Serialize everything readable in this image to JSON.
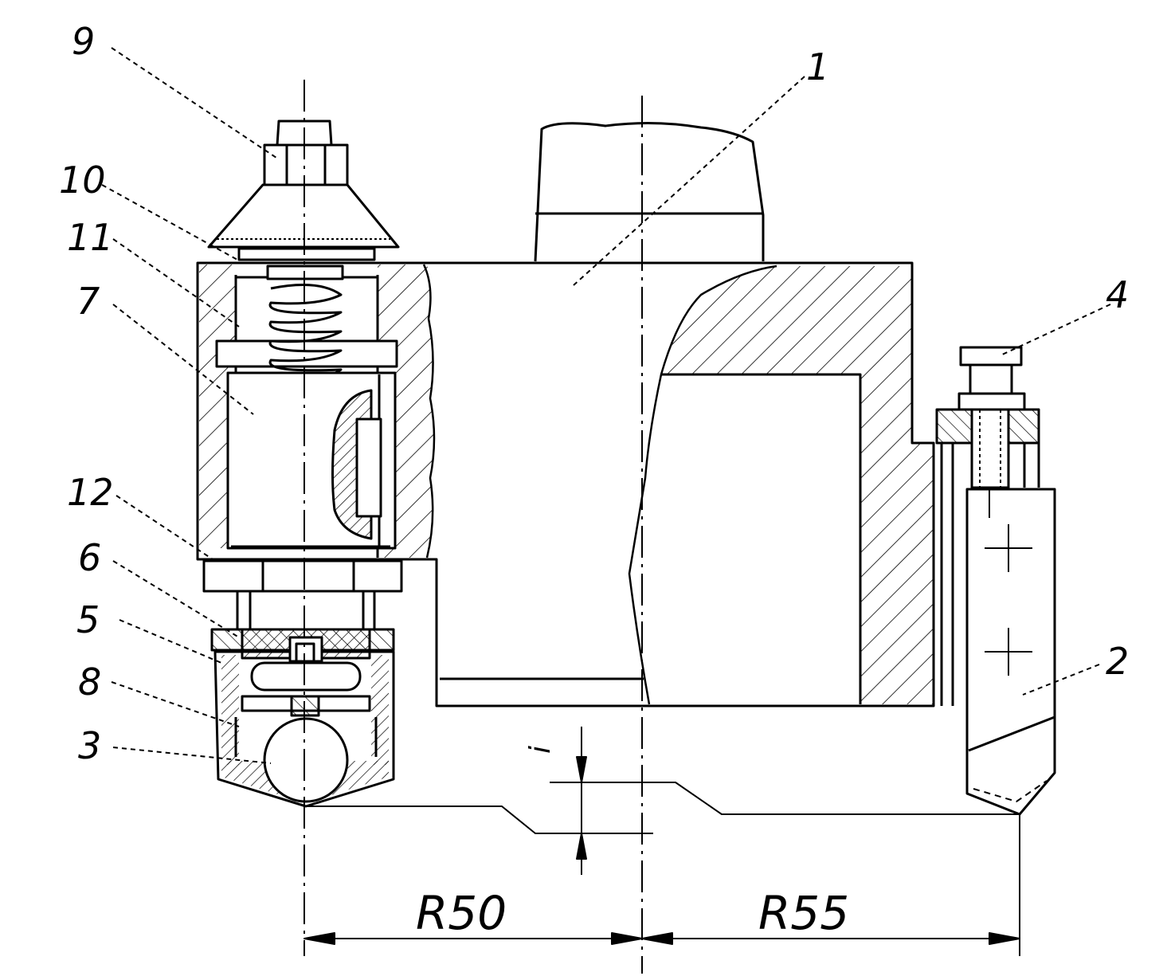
{
  "labels": {
    "p1": "1",
    "p2": "2",
    "p3": "3",
    "p4": "4",
    "p5": "5",
    "p6": "6",
    "p7": "7",
    "p8": "8",
    "p9": "9",
    "p10": "10",
    "p11": "11",
    "p12": "12"
  },
  "dimensions": {
    "left_radius": "R50",
    "right_radius": "R55",
    "depth": "i"
  },
  "colors": {
    "line": "#000000",
    "background": "#ffffff"
  }
}
